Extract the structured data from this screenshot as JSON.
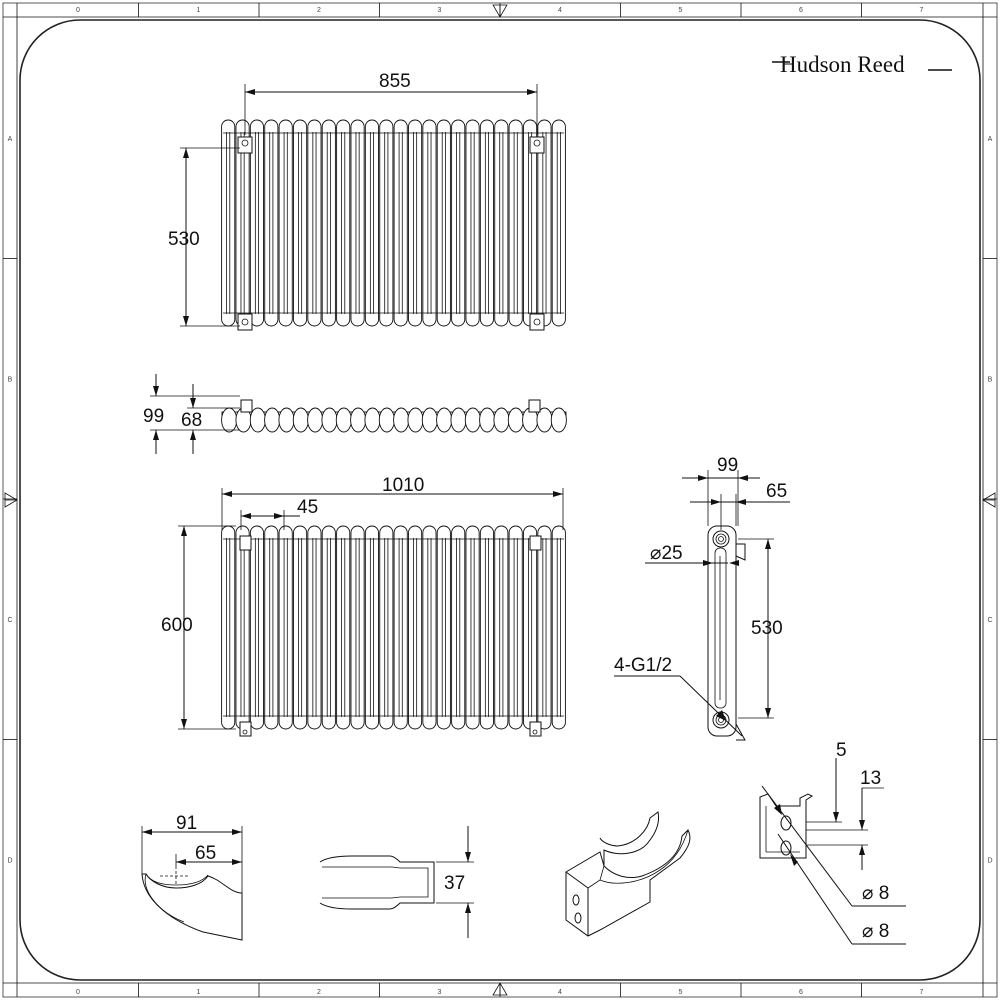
{
  "brand": {
    "name": "Hudson Reed"
  },
  "ruler": {
    "columns": [
      "0",
      "1",
      "2",
      "3",
      "4",
      "5",
      "6",
      "7"
    ],
    "rows": [
      "A",
      "B",
      "C",
      "D"
    ]
  },
  "front_view_top": {
    "width_label": "855",
    "height_label": "530"
  },
  "plan_view": {
    "depth_outer_label": "99",
    "depth_inner_label": "68"
  },
  "front_view_bottom": {
    "width_label": "1010",
    "pitch_label": "45",
    "height_label": "600"
  },
  "side_view": {
    "depth_label": "99",
    "bracket_label": "65",
    "diameter_label": "⌀25",
    "centres_label": "530",
    "connections_label": "4-G1/2"
  },
  "bracket_side": {
    "outer_label": "91",
    "inner_label": "65"
  },
  "bracket_plan": {
    "width_label": "37"
  },
  "bracket_detail": {
    "offset_label": "5",
    "spacing_label": "13",
    "hole_a_label": "⌀ 8",
    "hole_b_label": "⌀ 8"
  }
}
